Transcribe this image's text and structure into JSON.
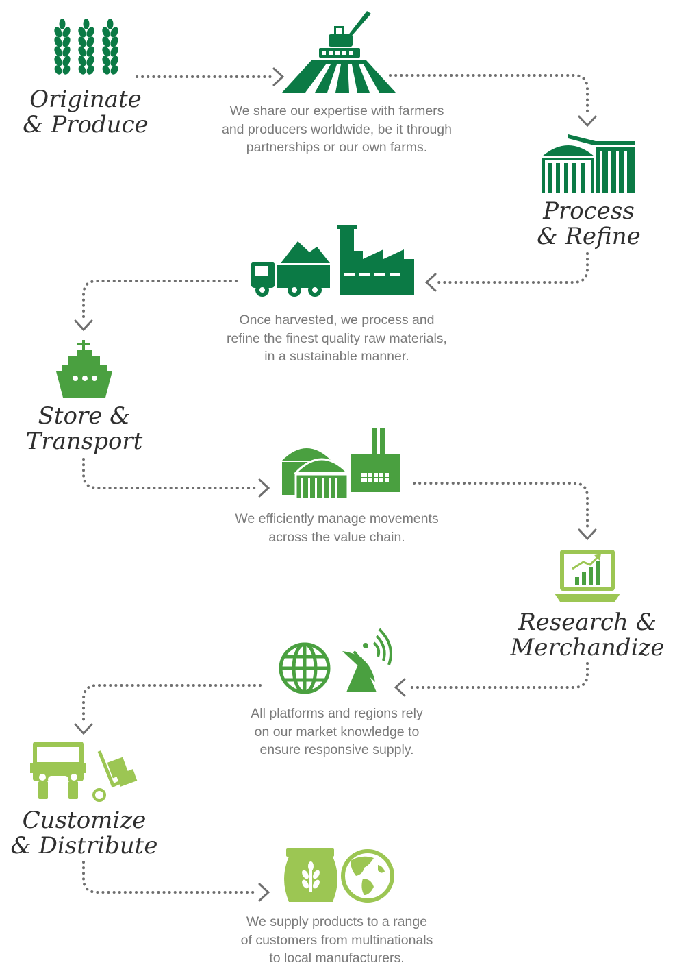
{
  "colors": {
    "dark_green": "#0b7a45",
    "mid_green": "#4aa040",
    "light_green": "#9cc653",
    "connector": "#6f6f6f",
    "title_text": "#2f2f2f",
    "desc_text": "#7a7a7a"
  },
  "stages": [
    {
      "title_line1": "Originate",
      "title_line2": "& Produce",
      "icon": "wheat-icon"
    },
    {
      "title_line1": "Process",
      "title_line2": "& Refine",
      "icon": "silo-icon"
    },
    {
      "title_line1": "Store &",
      "title_line2": "Transport",
      "icon": "ship-icon"
    },
    {
      "title_line1": "Research &",
      "title_line2": "Merchandize",
      "icon": "laptop-chart-icon"
    },
    {
      "title_line1": "Customize",
      "title_line2": "& Distribute",
      "icon": "truck-trolley-icon"
    }
  ],
  "descriptions": [
    {
      "lines": [
        "We share our expertise with farmers",
        "and producers worldwide, be it through",
        "partnerships or our own farms."
      ],
      "icon": "harvester-field-icon"
    },
    {
      "lines": [
        "Once harvested, we process and",
        "refine the finest quality raw materials,",
        "in a sustainable manner."
      ],
      "icon": "truck-factory-icon"
    },
    {
      "lines": [
        "We efficiently manage movements",
        "across the value chain."
      ],
      "icon": "silos-factory-icon"
    },
    {
      "lines": [
        "All platforms and regions rely",
        "on our market knowledge to",
        "ensure responsive supply."
      ],
      "icon": "globe-satellite-icon"
    },
    {
      "lines": [
        "We supply products to a range",
        "of customers from multinationals",
        "to local manufacturers."
      ],
      "icon": "sack-globe-icon"
    }
  ]
}
